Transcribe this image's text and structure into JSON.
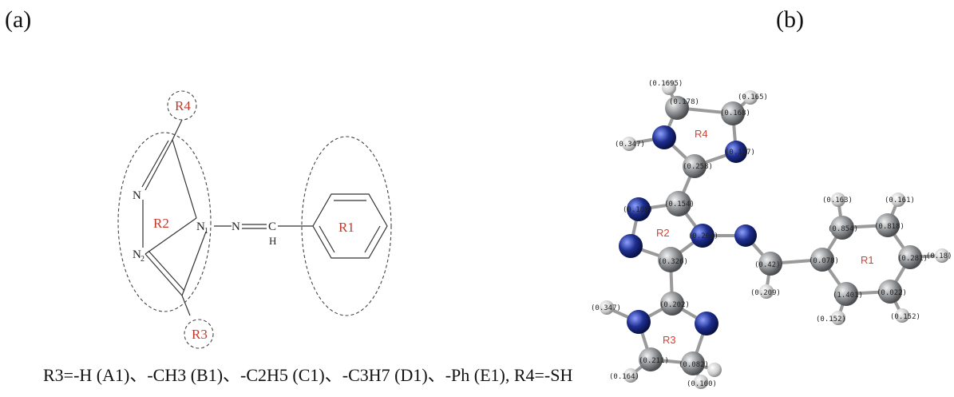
{
  "panels": {
    "a": "(a)",
    "b": "(b)"
  },
  "structure": {
    "ring_labels": {
      "r1": "R1",
      "r2": "R2",
      "r3": "R3",
      "r4": "R4"
    },
    "atoms": {
      "n_top": "N",
      "n_bottom": "N",
      "n_bottom_sub": "2",
      "n_ring": "N",
      "n_ring_sub": "1",
      "n_chain": "N",
      "c_chain": "C",
      "h_chain": "H"
    }
  },
  "caption": "R3=-H (A1)、-CH3 (B1)、-C2H5 (C1)、-C3H7 (D1)、-Ph (E1), R4=-SH",
  "model_3d": {
    "ring_labels": [
      "R4",
      "R2",
      "R3",
      "R1"
    ],
    "charges": [
      "(0.1695)",
      "(0.178)",
      "(0.165)",
      "(0.168)",
      "(0.347)",
      "(0.157)",
      "(0.258)",
      "(0.154)",
      "(0.189)",
      "(0.326)",
      "(0.204)",
      "(0.347)",
      "(0.202)",
      "(0.211)",
      "(0.164)",
      "(0.160)",
      "(0.082)",
      "(0.42)",
      "(0.209)",
      "(0.078)",
      "(0.152)",
      "(0.161)",
      "(0.854)",
      "(0.818)",
      "(0.281)",
      "(0.18)",
      "(1.401)",
      "(0.022)",
      "(0.163)",
      "(0.152)"
    ]
  },
  "colors": {
    "carbon": "#8a8d90",
    "nitrogen": "#1d2e8f",
    "hydrogen": "#c9c9c9",
    "label_red": "#e23b2a"
  }
}
